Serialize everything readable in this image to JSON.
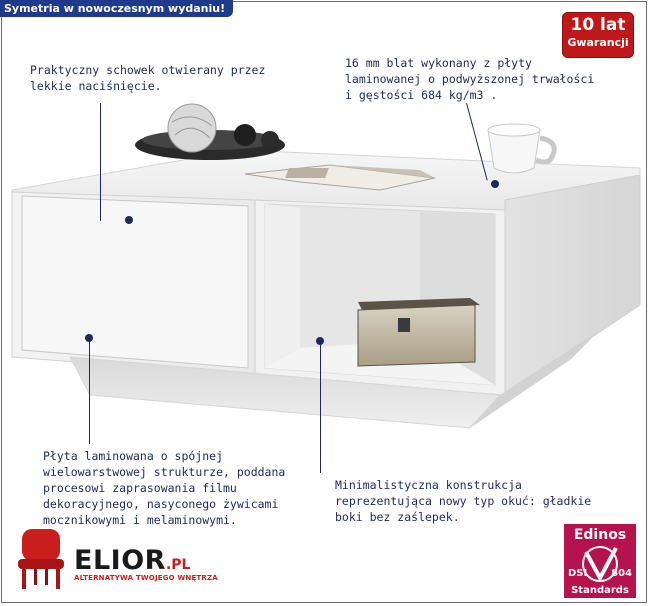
{
  "header": {
    "title": "Symetria w nowoczesnym wydaniu!"
  },
  "warranty": {
    "years": "10 lat",
    "label": "Gwarancji"
  },
  "callouts": {
    "drawer": "Praktyczny schowek otwierany przez lekkie naciśnięcie.",
    "top": "16 mm blat wykonany z płyty laminowanej o podwyższonej trwałości i gęstości 684 kg/m3 .",
    "board": "Płyta laminowana o spójnej wielowarstwowej strukturze, poddana procesowi zaprasowania filmu dekoracyjnego, nasyconego żywicami mocznikowymi i melaminowymi.",
    "construction": "Minimalistyczna konstrukcja reprezentująca nowy typ okuć: gładkie boki bez zaślepek."
  },
  "logo": {
    "brand": "ELIOR",
    "tld": ".PL",
    "tagline": "ALTERNATYWA TWOJEGO WNĘTRZA",
    "icon": "red-chair-icon"
  },
  "certificate": {
    "name": "Edinos",
    "dsi": "DSI",
    "number": "804",
    "standards": "Standards",
    "icon": "checkmark-icon"
  },
  "colors": {
    "header_bg": "#1f3a8a",
    "warranty_bg": "#c01818",
    "edinos_bg": "#b5124e",
    "text": "#1f2a5a"
  }
}
